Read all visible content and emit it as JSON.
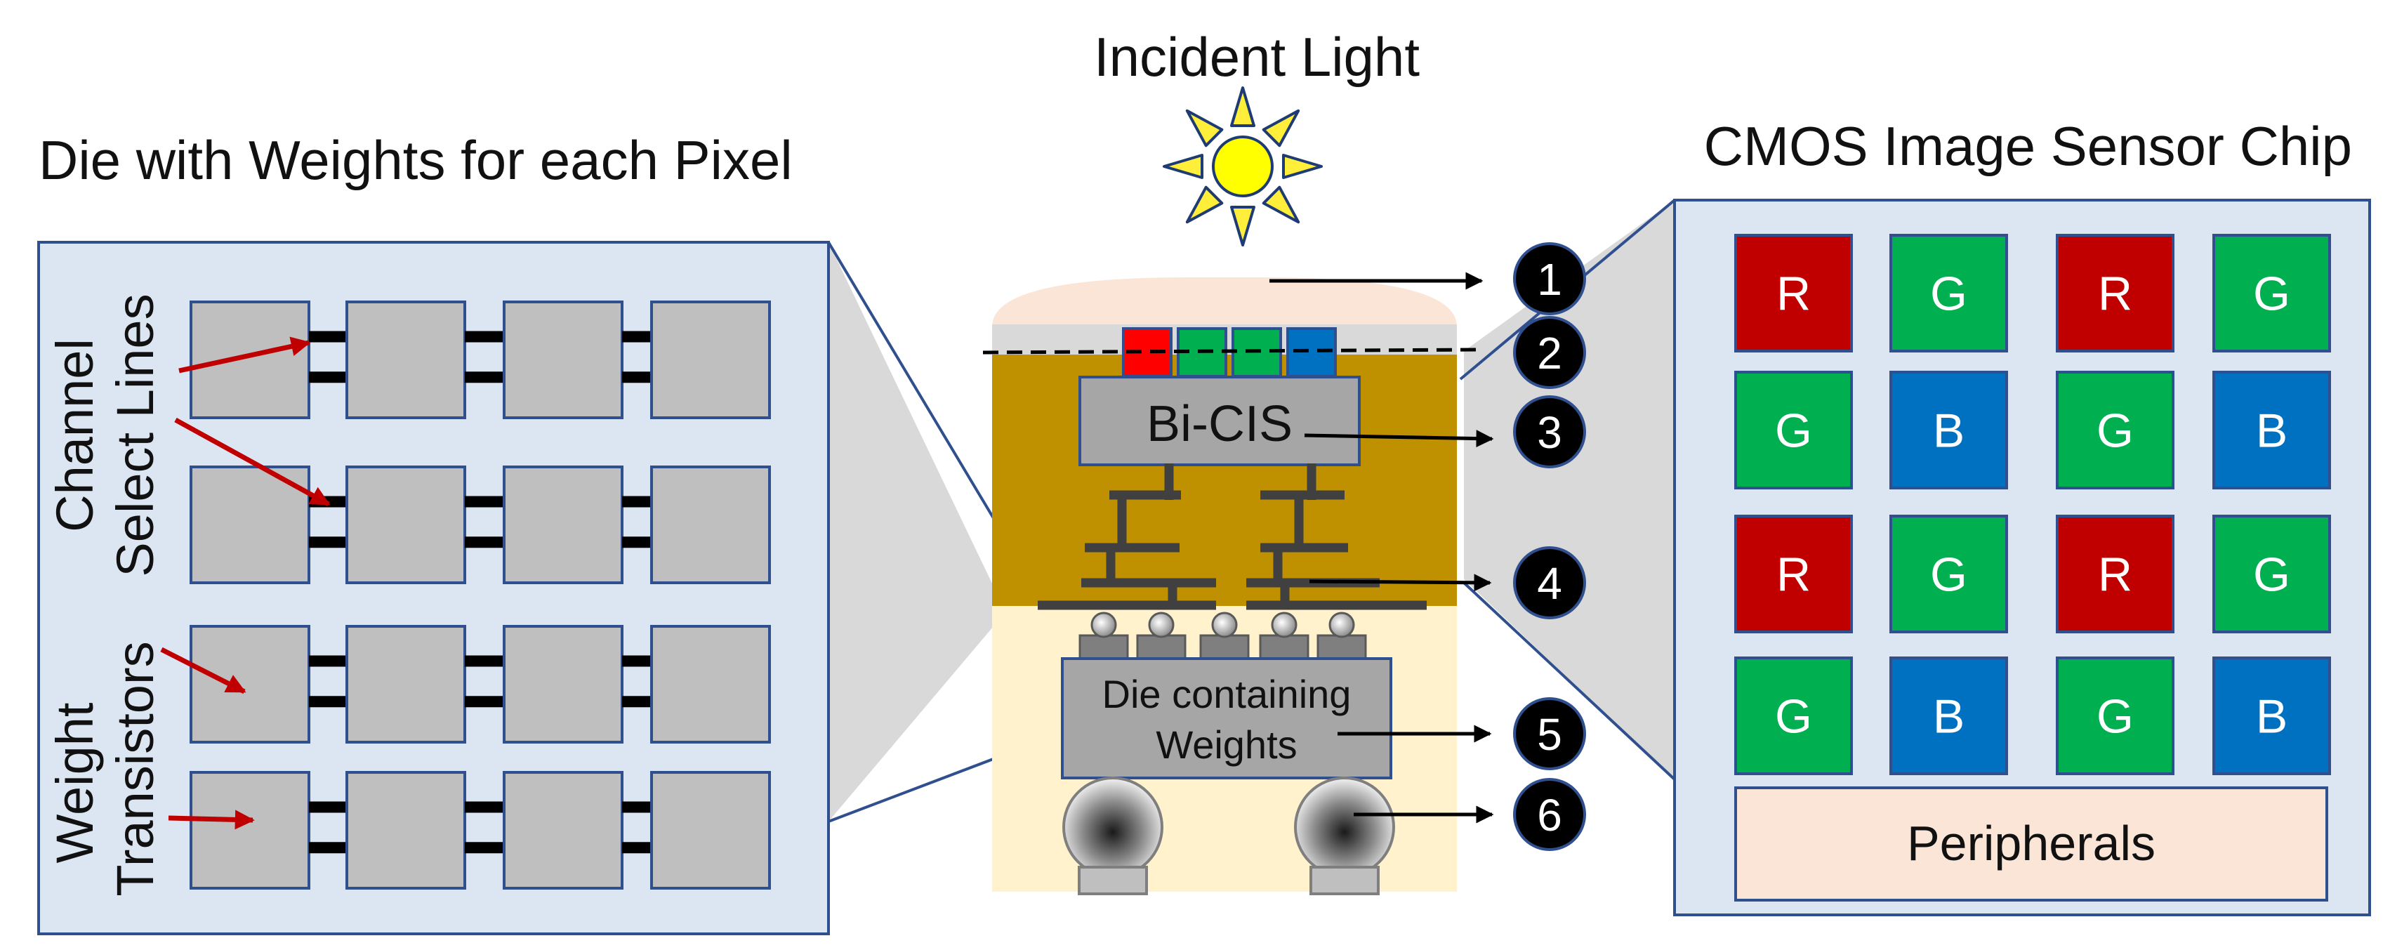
{
  "title": "Incident Light",
  "left_panel": {
    "title": "Die with Weights for each Pixel",
    "label_channel": [
      "Channel",
      "Select Lines"
    ],
    "label_weight": [
      "Weight",
      "Transistors"
    ]
  },
  "center": {
    "bi_cis_label": "Bi-CIS",
    "die_label": [
      "Die containing",
      "Weights"
    ],
    "markers": [
      "1",
      "2",
      "3",
      "4",
      "5",
      "6"
    ]
  },
  "right_panel": {
    "title": "CMOS Image Sensor Chip",
    "bayer": [
      [
        "R",
        "G",
        "R",
        "G"
      ],
      [
        "G",
        "B",
        "G",
        "B"
      ],
      [
        "R",
        "G",
        "R",
        "G"
      ],
      [
        "G",
        "B",
        "G",
        "B"
      ]
    ],
    "peripherals_label": "Peripherals"
  },
  "colors": {
    "R": "#c00000",
    "G": "#00b050",
    "B": "#0070c0",
    "panel_fill": "#dce6f2",
    "panel_stroke": "#2f4f8f",
    "cis_gold": "#bf9000",
    "arrow_red": "#c00000",
    "peripherals_fill": "#fbe5d6"
  }
}
